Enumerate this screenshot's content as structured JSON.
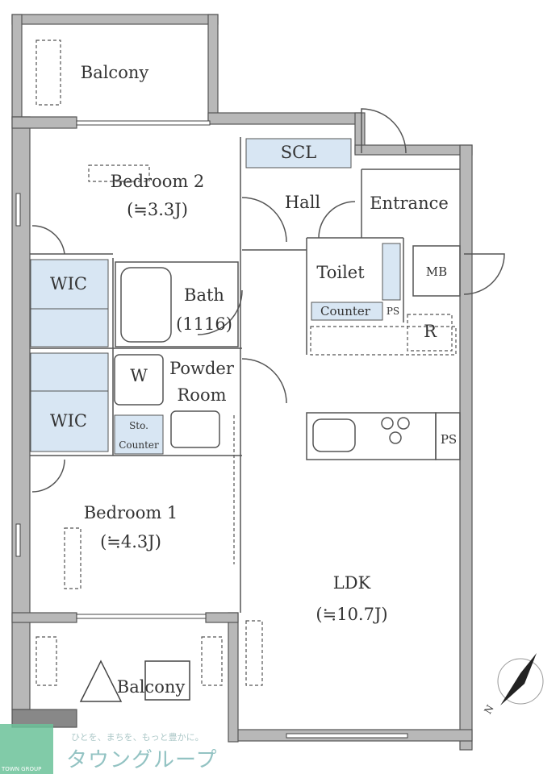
{
  "rooms": {
    "balcony_top": "Balcony",
    "scl": "SCL",
    "bedroom2": "Bedroom 2",
    "bedroom2_size": "(≒3.3J)",
    "hall": "Hall",
    "entrance": "Entrance",
    "wic1": "WIC",
    "toilet": "Toilet",
    "mb": "MB",
    "bath": "Bath",
    "bath_size": "(1116)",
    "counter_toilet": "Counter",
    "ps1": "PS",
    "r": "R",
    "washer": "W",
    "powder": "Powder",
    "powder2": "Room",
    "wic2": "WIC",
    "sto": "Sto.",
    "counter_sto": "Counter",
    "ps2": "PS",
    "bedroom1": "Bedroom 1",
    "bedroom1_size": "(≒4.3J)",
    "ldk": "LDK",
    "ldk_size": "(≒10.7J)",
    "balcony_bottom": "Balcony"
  },
  "compass": {
    "label": "N"
  },
  "logo": {
    "tagline": "ひとを、まちを、もっと豊かに。",
    "brand": "タウングループ",
    "caption": "TOWN GROUP"
  },
  "colors": {
    "wall": "#b5b5b5",
    "storage": "#d8e6f3",
    "line": "#444444"
  }
}
